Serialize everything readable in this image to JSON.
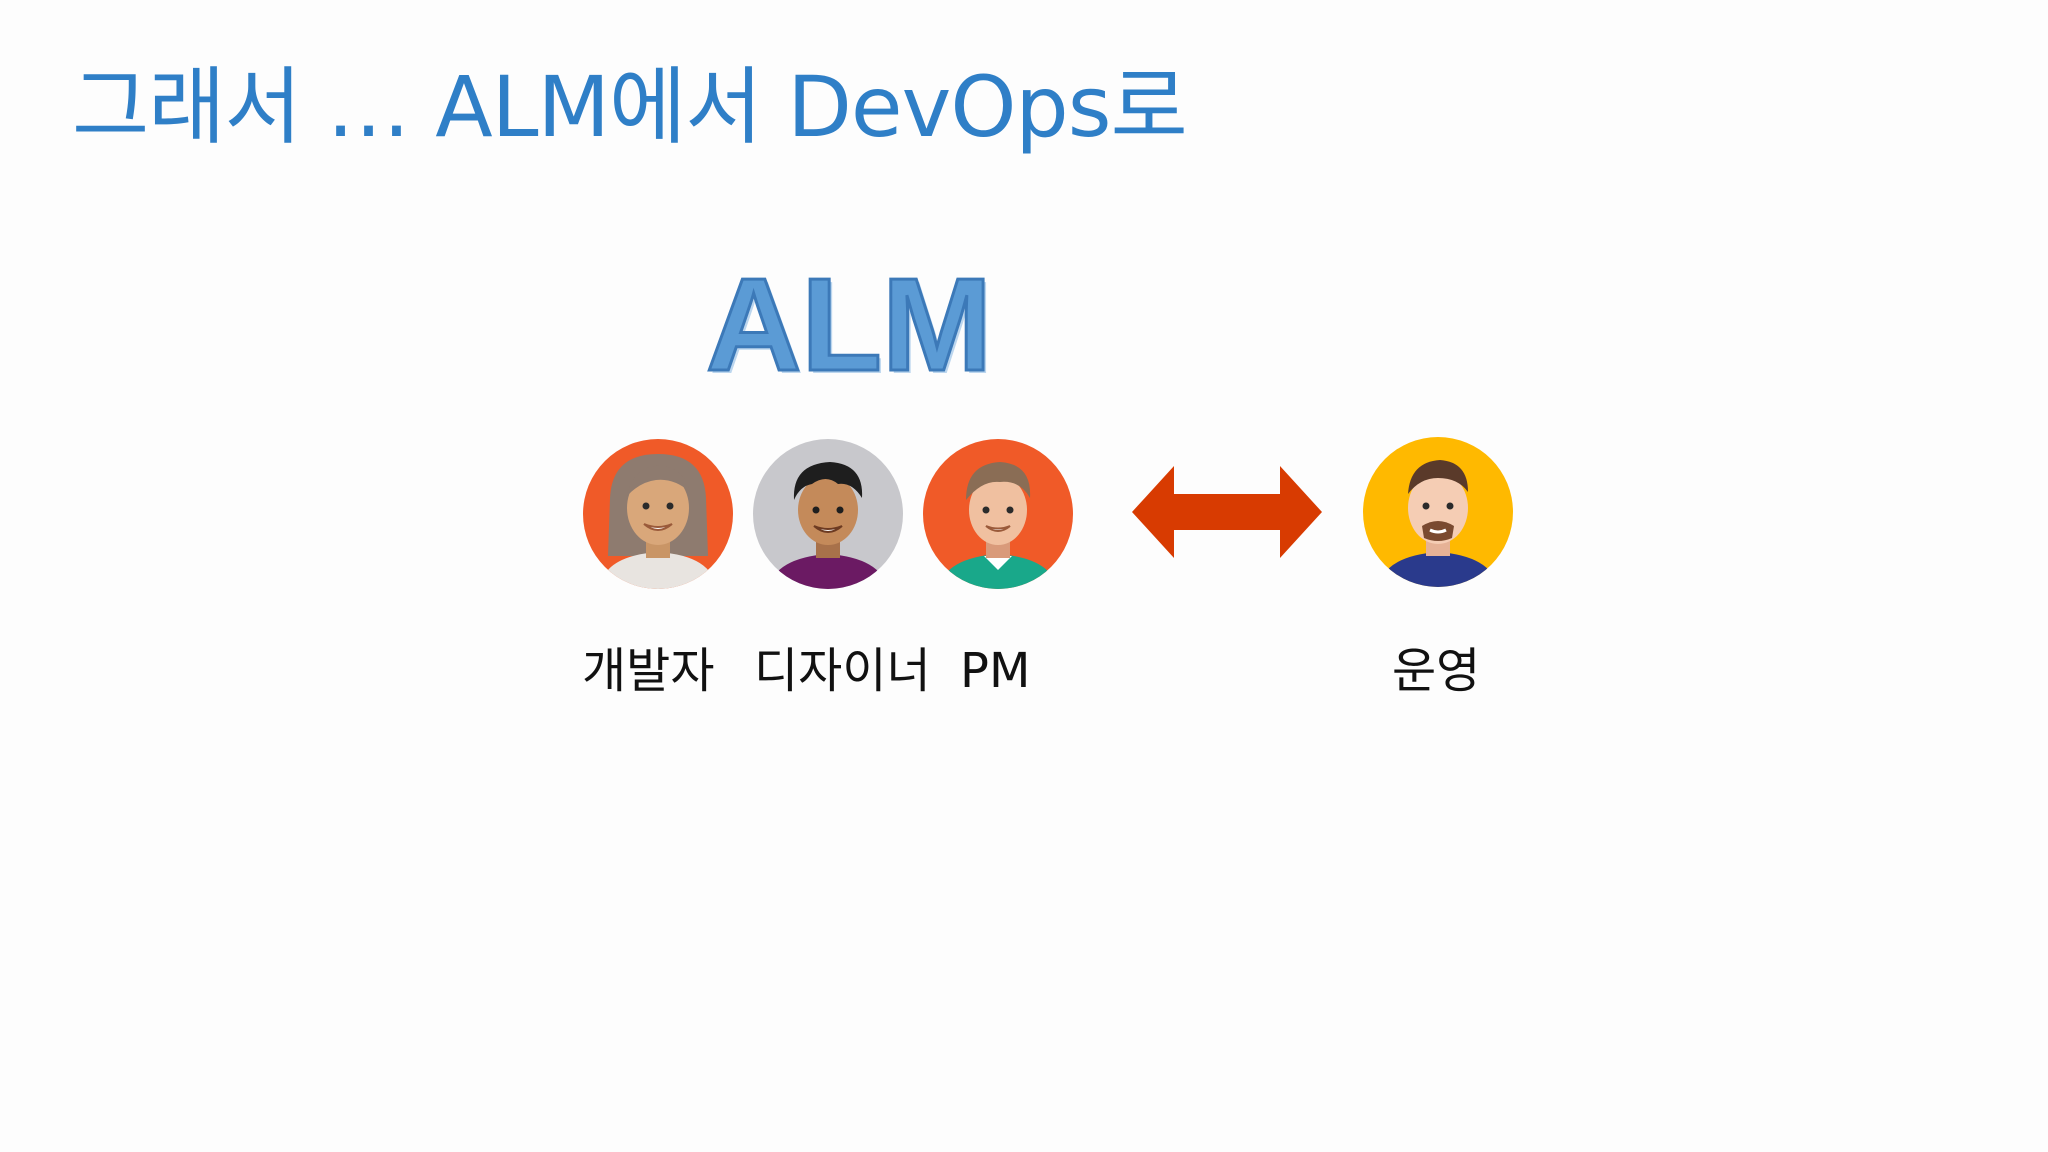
{
  "slide": {
    "title": "그래서 … ALM에서 DevOps로",
    "heading": "ALM",
    "team_alm": [
      {
        "role": "개발자",
        "avatar_icon": "woman-avatar-icon",
        "bg_color": "#f05a28"
      },
      {
        "role": "디자이너",
        "avatar_icon": "man-avatar-icon",
        "bg_color": "#c8c8cc"
      },
      {
        "role": "PM",
        "avatar_icon": "man-avatar-icon",
        "bg_color": "#f05a28"
      }
    ],
    "operations": {
      "role": "운영",
      "avatar_icon": "bearded-man-avatar-icon",
      "bg_color": "#ffb900"
    },
    "arrow_icon": "double-arrow-icon",
    "colors": {
      "title": "#2f7fc7",
      "heading": "#5b9bd5",
      "arrow": "#d83b01",
      "text": "#111111"
    }
  }
}
